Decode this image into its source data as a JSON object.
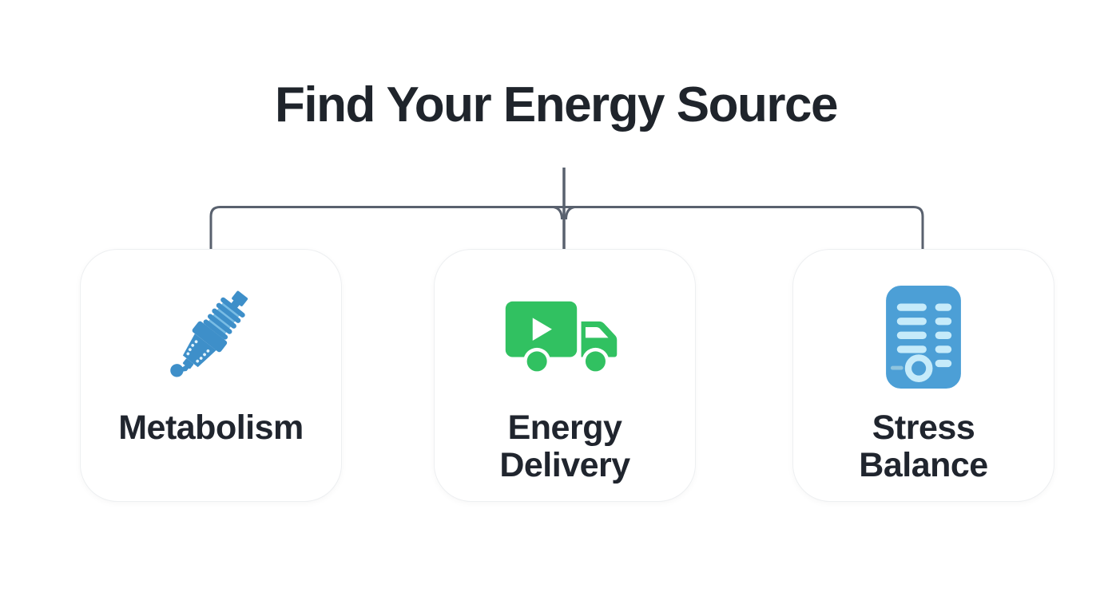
{
  "header": {
    "title": "Find Your Energy Source"
  },
  "connector": {
    "color": "#59616e"
  },
  "colors": {
    "background": "#ffffff",
    "title_text": "#1f242b",
    "label_text": "#20252e",
    "card_border": "#edeff1"
  },
  "cards": [
    {
      "label": "Metabolism",
      "icon": "spark-plug-icon",
      "icon_color": "#3e8fc9",
      "icon_accent": "#79bde5",
      "icon_dots": "#e3f4fc"
    },
    {
      "label": "Energy\nDelivery",
      "icon": "delivery-truck-icon",
      "icon_color": "#31c161",
      "icon_accent": "#ffffff"
    },
    {
      "label": "Stress\nBalance",
      "icon": "meter-list-icon",
      "icon_color": "#4c9fd6",
      "icon_accent": "#c6ebfa",
      "icon_dash": "#8fc4de"
    }
  ]
}
